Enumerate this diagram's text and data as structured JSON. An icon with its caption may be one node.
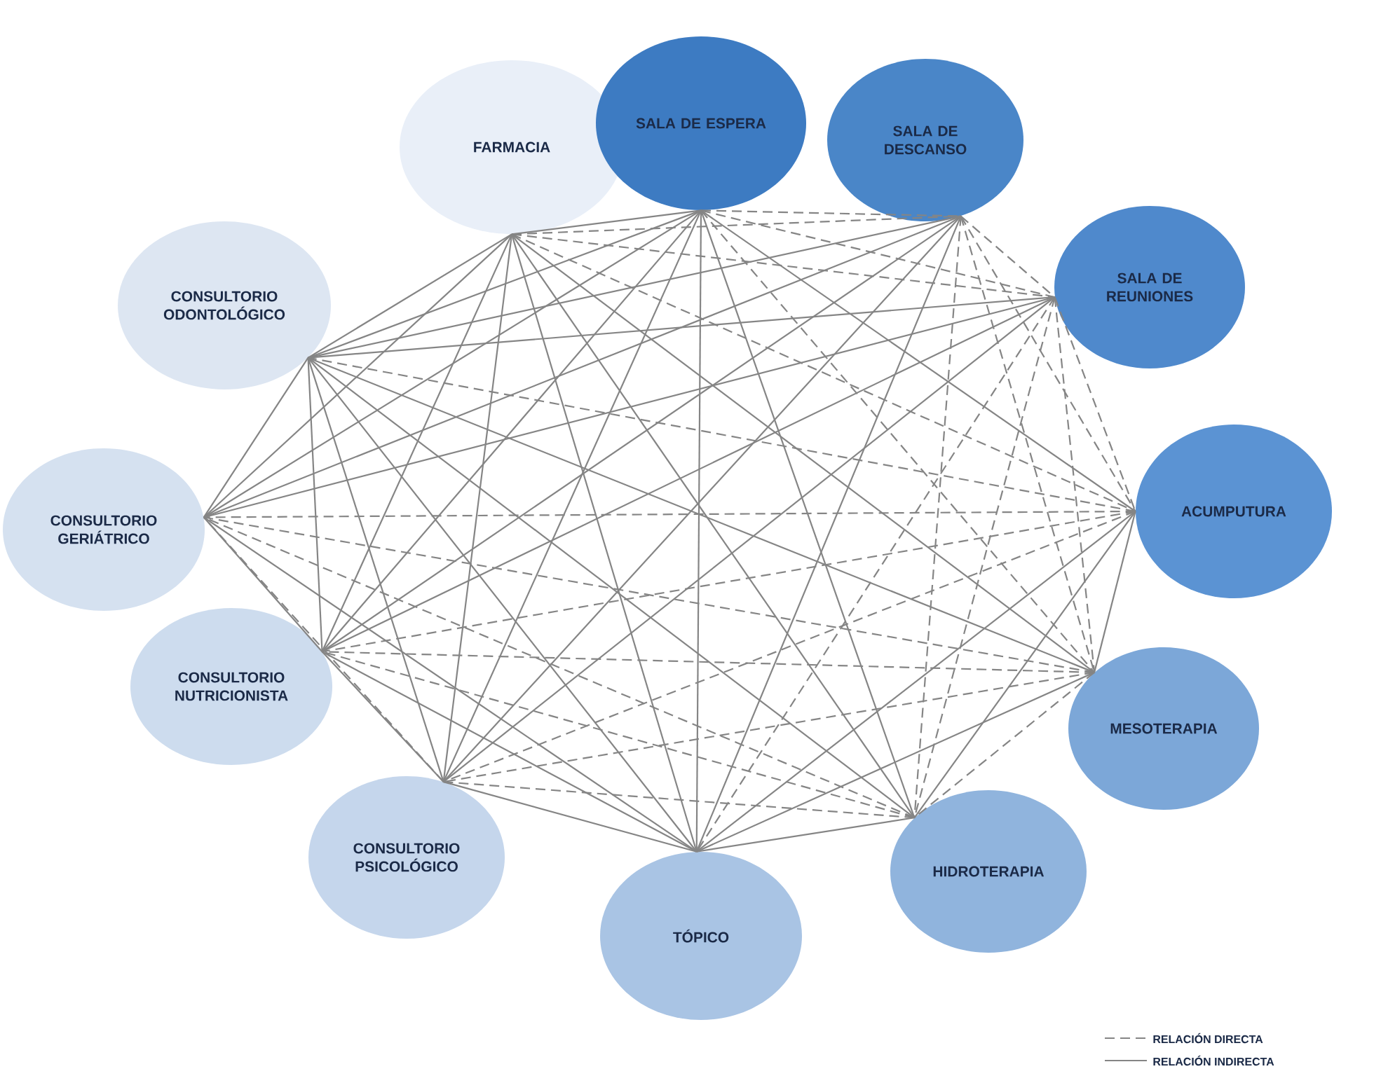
{
  "diagram": {
    "nodes": [
      {
        "text": [
          "FARMACIA"
        ]
      },
      {
        "text": [
          "SALA DE ESPERA"
        ]
      },
      {
        "text": [
          "SALA DE DESCANSO"
        ]
      },
      {
        "text": [
          "SALA DE REUNIONES"
        ]
      },
      {
        "text": [
          "ACUMPUTURA"
        ]
      },
      {
        "text": [
          "MESOTERAPIA"
        ]
      },
      {
        "text": [
          "HIDROTERAPIA"
        ]
      },
      {
        "text": [
          "TÓPICO"
        ]
      },
      {
        "text": [
          "CONSULTORIO PSICOLÓGICO"
        ]
      },
      {
        "text": [
          "CONSULTORIO NUTRICIONISTA"
        ]
      },
      {
        "text": [
          "CONSULTORIO GERIÁTRICO"
        ]
      },
      {
        "text": [
          "CONSULTORIO ODONTOLÓGICO"
        ]
      }
    ],
    "edges": [
      {
        "from": 0,
        "to": 1,
        "arrow": "none"
      },
      {
        "from": 0,
        "to": 2,
        "arrow": "none",
        "style": "dashed"
      },
      {
        "from": 0,
        "to": 3,
        "arrow": "none",
        "style": "dashed"
      },
      {
        "from": 0,
        "to": 4,
        "arrow": "none",
        "style": "dashed"
      },
      {
        "from": 0,
        "to": 5,
        "arrow": "none"
      },
      {
        "from": 0,
        "to": 6,
        "arrow": "none"
      },
      {
        "from": 0,
        "to": 7,
        "arrow": "none"
      },
      {
        "from": 0,
        "to": 8,
        "arrow": "none"
      },
      {
        "from": 0,
        "to": 9,
        "arrow": "none"
      },
      {
        "from": 0,
        "to": 10,
        "arrow": "none"
      },
      {
        "from": 0,
        "to": 11,
        "arrow": "none"
      },
      {
        "from": 1,
        "to": 2,
        "arrow": "none",
        "style": "dashed"
      },
      {
        "from": 1,
        "to": 3,
        "arrow": "none",
        "style": "dashed"
      },
      {
        "from": 1,
        "to": 4,
        "arrow": "none"
      },
      {
        "from": 1,
        "to": 5,
        "arrow": "none",
        "style": "dashed"
      },
      {
        "from": 1,
        "to": 6,
        "arrow": "none"
      },
      {
        "from": 1,
        "to": 7,
        "arrow": "none"
      },
      {
        "from": 1,
        "to": 8,
        "arrow": "none"
      },
      {
        "from": 1,
        "to": 9,
        "arrow": "none"
      },
      {
        "from": 1,
        "to": 10,
        "arrow": "none"
      },
      {
        "from": 1,
        "to": 11,
        "arrow": "none"
      },
      {
        "from": 2,
        "to": 3,
        "arrow": "none",
        "style": "dashed"
      },
      {
        "from": 2,
        "to": 4,
        "arrow": "none",
        "style": "dashed"
      },
      {
        "from": 2,
        "to": 5,
        "arrow": "none",
        "style": "dashed"
      },
      {
        "from": 2,
        "to": 6,
        "arrow": "none",
        "style": "dashed"
      },
      {
        "from": 2,
        "to": 7,
        "arrow": "none"
      },
      {
        "from": 2,
        "to": 8,
        "arrow": "none"
      },
      {
        "from": 2,
        "to": 9,
        "arrow": "none"
      },
      {
        "from": 2,
        "to": 10,
        "arrow": "none"
      },
      {
        "from": 2,
        "to": 11,
        "arrow": "none"
      },
      {
        "from": 3,
        "to": 4,
        "arrow": "none",
        "style": "dashed"
      },
      {
        "from": 3,
        "to": 5,
        "arrow": "none",
        "style": "dashed"
      },
      {
        "from": 3,
        "to": 6,
        "arrow": "none",
        "style": "dashed"
      },
      {
        "from": 3,
        "to": 7,
        "arrow": "none",
        "style": "dashed"
      },
      {
        "from": 3,
        "to": 8,
        "arrow": "none"
      },
      {
        "from": 3,
        "to": 9,
        "arrow": "none"
      },
      {
        "from": 3,
        "to": 10,
        "arrow": "none"
      },
      {
        "from": 3,
        "to": 11,
        "arrow": "none"
      },
      {
        "from": 4,
        "to": 5,
        "arrow": "none"
      },
      {
        "from": 4,
        "to": 6,
        "arrow": "none"
      },
      {
        "from": 4,
        "to": 7,
        "arrow": "none"
      },
      {
        "from": 4,
        "to": 8,
        "arrow": "none",
        "style": "dashed"
      },
      {
        "from": 4,
        "to": 9,
        "arrow": "none",
        "style": "dashed"
      },
      {
        "from": 4,
        "to": 10,
        "arrow": "none",
        "style": "dashed"
      },
      {
        "from": 4,
        "to": 11,
        "arrow": "none",
        "style": "dashed"
      },
      {
        "from": 5,
        "to": 6,
        "arrow": "none",
        "style": "dashed"
      },
      {
        "from": 5,
        "to": 7,
        "arrow": "none"
      },
      {
        "from": 5,
        "to": 8,
        "arrow": "none",
        "style": "dashed"
      },
      {
        "from": 5,
        "to": 9,
        "arrow": "none",
        "style": "dashed"
      },
      {
        "from": 5,
        "to": 10,
        "arrow": "none",
        "style": "dashed"
      },
      {
        "from": 5,
        "to": 11,
        "arrow": "none"
      },
      {
        "from": 6,
        "to": 7,
        "arrow": "none"
      },
      {
        "from": 6,
        "to": 8,
        "arrow": "none",
        "style": "dashed"
      },
      {
        "from": 6,
        "to": 9,
        "arrow": "none",
        "style": "dashed"
      },
      {
        "from": 6,
        "to": 10,
        "arrow": "none",
        "style": "dashed"
      },
      {
        "from": 6,
        "to": 11,
        "arrow": "none"
      },
      {
        "from": 7,
        "to": 8,
        "arrow": "none"
      },
      {
        "from": 7,
        "to": 9,
        "arrow": "none"
      },
      {
        "from": 7,
        "to": 10,
        "arrow": "none"
      },
      {
        "from": 7,
        "to": 11,
        "arrow": "none"
      },
      {
        "from": 8,
        "to": 9,
        "arrow": "none"
      },
      {
        "from": 8,
        "to": 10,
        "arrow": "none",
        "style": "dashed"
      },
      {
        "from": 8,
        "to": 11,
        "arrow": "none"
      },
      {
        "from": 9,
        "to": 10,
        "arrow": "none"
      },
      {
        "from": 9,
        "to": 11,
        "arrow": "none"
      },
      {
        "from": 10,
        "to": 11,
        "arrow": "none"
      }
    ],
    "legend": [
      {
        "text": "RELACIÓN DIRECTA"
      },
      {
        "text": "RELACIÓN INDIRECTA"
      }
    ]
  }
}
